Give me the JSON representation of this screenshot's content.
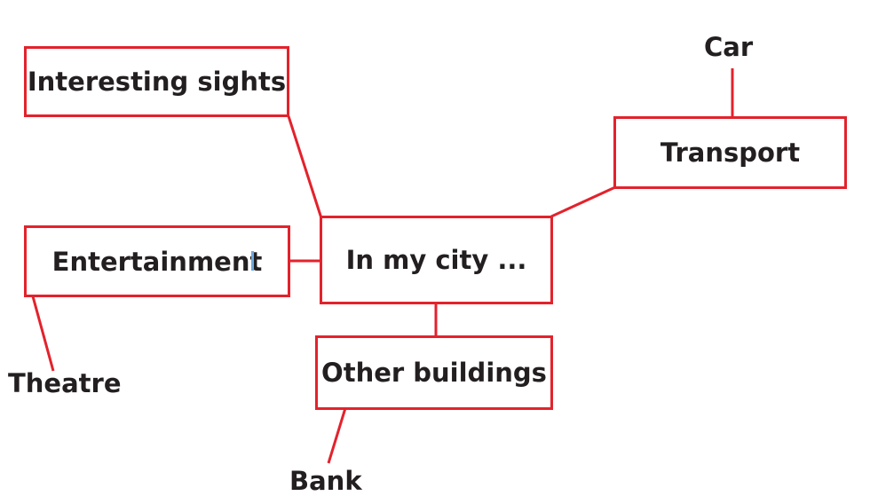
{
  "diagram": {
    "center": "In my city ...",
    "categories": {
      "interesting_sights": "Interesting sights",
      "transport": "Transport",
      "entertainment": "Entertainment",
      "other_buildings": "Other buildings"
    },
    "leaves": {
      "car": "Car",
      "theatre": "Theatre",
      "bank": "Bank"
    },
    "colors": {
      "accent": "#e3222c",
      "text": "#231f20"
    }
  }
}
